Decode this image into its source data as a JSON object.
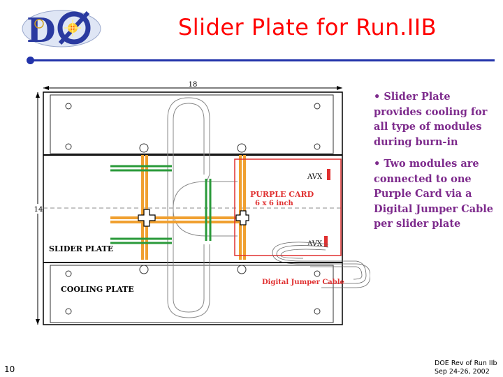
{
  "slide": {
    "title": "Slider Plate for Run.IIB",
    "number": "10",
    "footer_line1": "DOE Rev of Run IIb",
    "footer_line2": "Sep 24-26, 2002",
    "accent_color": "#ff0000",
    "rule_color": "#2233aa",
    "bullet_color": "#7d2a8c"
  },
  "logo": {
    "text": "DØ",
    "icon": "d0-experiment-logo"
  },
  "bullets": [
    "• Slider Plate provides cooling for all type of modules during burn-in",
    "• Two modules are connected to one Purple Card via  a Digital Jumper Cable per slider plate"
  ],
  "drawing": {
    "width_dim": "18",
    "height_dim": "14",
    "slider_plate_label": "SLIDER PLATE",
    "cooling_plate_label": "COOLING PLATE",
    "purple_card_label": "PURPLE CARD",
    "purple_card_size": "6 x 6 inch",
    "avx_top": "AVX",
    "avx_bottom": "AVX",
    "jumper_cable_label": "Digital Jumper Cable",
    "colors": {
      "purple_card": "#e03030",
      "cooling_lines": "#f0a030",
      "green_bars": "#2a9a3a",
      "jumper_label": "#e03030"
    }
  }
}
